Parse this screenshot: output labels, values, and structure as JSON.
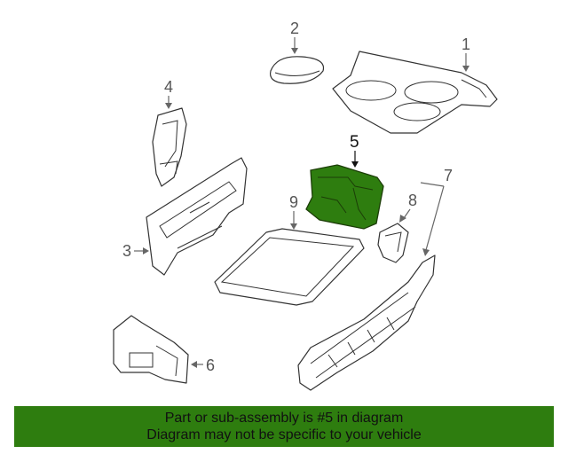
{
  "diagram": {
    "callouts": {
      "c1": "1",
      "c2": "2",
      "c3": "3",
      "c4": "4",
      "c5": "5",
      "c6": "6",
      "c7": "7",
      "c8": "8",
      "c9": "9"
    },
    "highlight_color": "#2e7d0f",
    "highlighted_part": "5"
  },
  "banner": {
    "line1": "Part or sub-assembly is #5 in diagram",
    "line2": "Diagram may not be specific to your vehicle",
    "background": "#2e7d0f"
  }
}
